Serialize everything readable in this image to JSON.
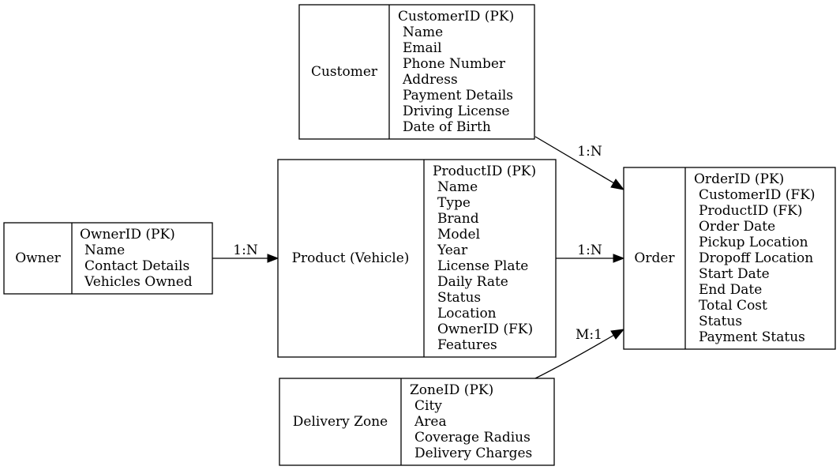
{
  "entities": {
    "customer": {
      "name": "Customer",
      "fields": [
        "CustomerID (PK)",
        "Name",
        "Email",
        "Phone Number",
        "Address",
        "Payment Details",
        "Driving License",
        "Date of Birth"
      ]
    },
    "owner": {
      "name": "Owner",
      "fields": [
        "OwnerID (PK)",
        "Name",
        "Contact Details",
        "Vehicles Owned"
      ]
    },
    "product": {
      "name": "Product (Vehicle)",
      "fields": [
        "ProductID (PK)",
        "Name",
        "Type",
        "Brand",
        "Model",
        "Year",
        "License Plate",
        "Daily Rate",
        "Status",
        "Location",
        "OwnerID (FK)",
        "Features"
      ]
    },
    "order": {
      "name": "Order",
      "fields": [
        "OrderID (PK)",
        "CustomerID (FK)",
        "ProductID (FK)",
        "Order Date",
        "Pickup Location",
        "Dropoff Location",
        "Start Date",
        "End Date",
        "Total Cost",
        "Status",
        "Payment Status"
      ]
    },
    "delivery_zone": {
      "name": "Delivery Zone",
      "fields": [
        "ZoneID (PK)",
        "City",
        "Area",
        "Coverage Radius",
        "Delivery Charges"
      ]
    }
  },
  "relationships": [
    {
      "from": "customer",
      "to": "order",
      "label": "1:N"
    },
    {
      "from": "owner",
      "to": "product",
      "label": "1:N"
    },
    {
      "from": "product",
      "to": "order",
      "label": "1:N"
    },
    {
      "from": "delivery_zone",
      "to": "order",
      "label": "M:1"
    }
  ]
}
